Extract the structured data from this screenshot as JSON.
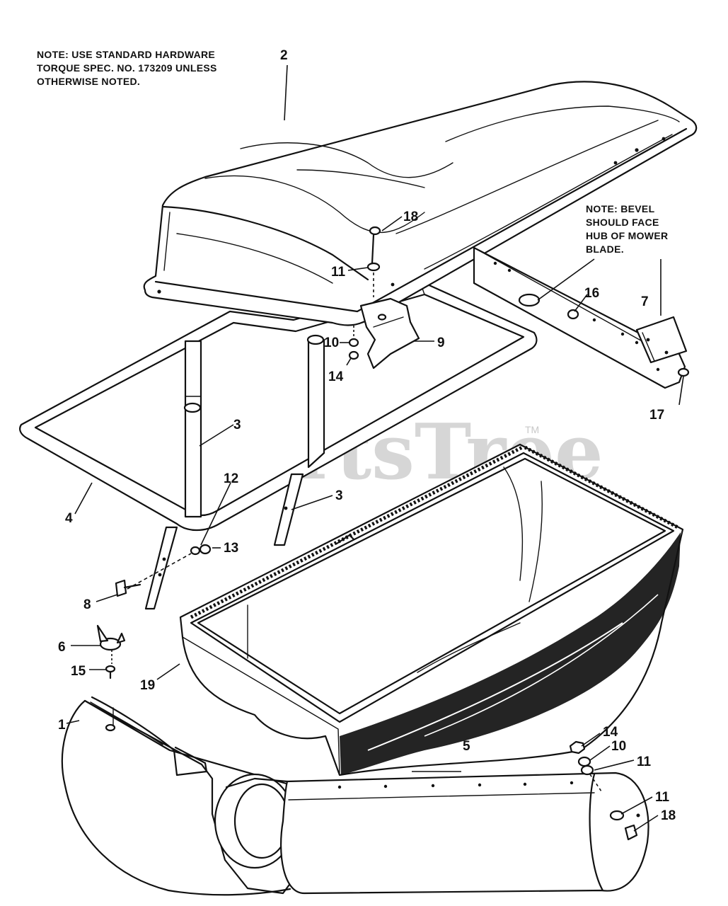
{
  "notes": {
    "hardware": [
      "NOTE:  USE STANDARD HARDWARE",
      "TORQUE SPEC. NO. 173209 UNLESS",
      "OTHERWISE NOTED."
    ],
    "bevel": [
      "NOTE:  BEVEL",
      "SHOULD FACE",
      "HUB OF MOWER",
      "BLADE."
    ]
  },
  "watermark": {
    "text": "PartsTree",
    "trademark": "TM"
  },
  "callouts": {
    "c2": "2",
    "c18a": "18",
    "c11a": "11",
    "c16": "16",
    "c7": "7",
    "c10a": "10",
    "c9": "9",
    "c14a": "14",
    "c17": "17",
    "c3a": "3",
    "c3b": "3",
    "c4": "4",
    "c12": "12",
    "c13": "13",
    "c8": "8",
    "c6": "6",
    "c15": "15",
    "c19": "19",
    "c1": "1",
    "c5": "5",
    "c14b": "14",
    "c10b": "10",
    "c11b": "11",
    "c11c": "11",
    "c18b": "18"
  },
  "colors": {
    "ink": "#111111",
    "paper": "#ffffff",
    "watermark": "#d6d6d6"
  }
}
